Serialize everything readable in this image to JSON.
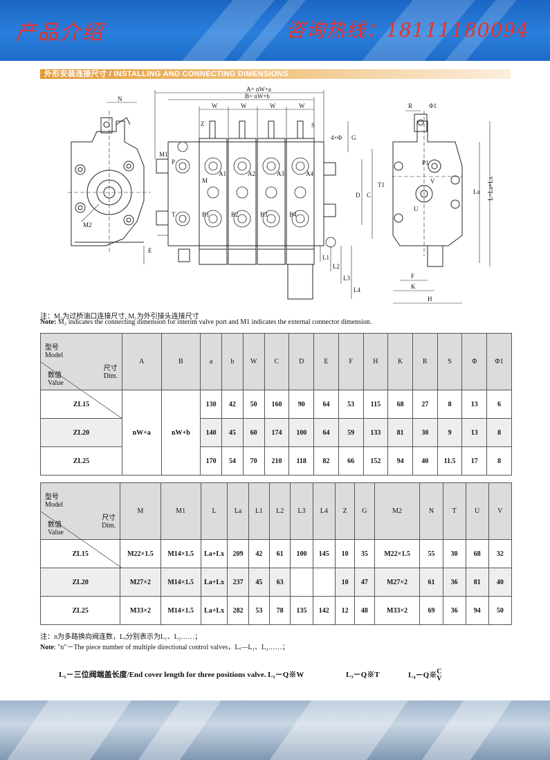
{
  "header": {
    "left_title": "产品介绍",
    "right_title": "咨询热线：18111180094"
  },
  "section": {
    "title": "外形安装连接尺寸 / INSTALLING AND CONNECTING DIMENSIONS"
  },
  "drawing": {
    "labels": {
      "A": "A= nW+a",
      "B": "B= nW+b",
      "N": "N",
      "W": "W",
      "Z": "Z",
      "S": "S",
      "G": "G",
      "holes": "4×Φ",
      "D": "D",
      "C": "C",
      "E": "E",
      "M": "M",
      "M1": "M1",
      "M2": "M2",
      "P": "P",
      "T": "T",
      "A1": "A1",
      "A2": "A2",
      "A3": "A3",
      "A4": "A4",
      "B1": "B1",
      "B2": "B2",
      "B3": "B3",
      "B4": "B4",
      "L1": "L1",
      "L2": "L2",
      "L3": "L3",
      "L4": "L4",
      "R": "R",
      "phi1": "Φ1",
      "T1": "T1",
      "P1": "P1",
      "V": "V",
      "U": "U",
      "La": "La",
      "L": "L=La+Lx",
      "F": "F",
      "K": "K",
      "H": "H"
    }
  },
  "note1": {
    "cn": "注：M₂为过桥油口连接尺寸, M₁为外引接头连接尺寸",
    "en_label": "Note:",
    "en": " M₂ indicates the connecting dimension for interim valve port and M1 indicates the external connector dimension."
  },
  "table1": {
    "corner": {
      "dim_cn": "尺寸",
      "dim_en": "Dim.",
      "val_cn": "数值",
      "val_en": "Value",
      "mod_cn": "型号",
      "mod_en": "Model"
    },
    "headers": [
      "A",
      "B",
      "a",
      "b",
      "W",
      "C",
      "D",
      "E",
      "F",
      "H",
      "K",
      "R",
      "S",
      "Φ",
      "Φ1"
    ],
    "merged_A": "nW+a",
    "merged_B": "nW+b",
    "rows": [
      {
        "model": "ZL15",
        "values": [
          "130",
          "42",
          "50",
          "160",
          "90",
          "64",
          "53",
          "115",
          "68",
          "27",
          "8",
          "13",
          "6"
        ]
      },
      {
        "model": "ZL20",
        "values": [
          "140",
          "45",
          "60",
          "174",
          "100",
          "64",
          "59",
          "133",
          "81",
          "30",
          "9",
          "13",
          "8"
        ]
      },
      {
        "model": "ZL25",
        "values": [
          "170",
          "54",
          "70",
          "210",
          "118",
          "82",
          "66",
          "152",
          "94",
          "40",
          "11.5",
          "17",
          "8"
        ]
      }
    ]
  },
  "table2": {
    "corner": {
      "dim_cn": "尺寸",
      "dim_en": "Dim.",
      "val_cn": "数值",
      "val_en": "Value",
      "mod_cn": "型号",
      "mod_en": "Model"
    },
    "headers": [
      "M",
      "M1",
      "L",
      "La",
      "L1",
      "L2",
      "L3",
      "L4",
      "Z",
      "G",
      "M2",
      "N",
      "T",
      "U",
      "V"
    ],
    "rows": [
      {
        "model": "ZL15",
        "values": [
          "M22×1.5",
          "M14×1.5",
          "La+Lx",
          "209",
          "42",
          "61",
          "100",
          "145",
          "10",
          "35",
          "M22×1.5",
          "55",
          "30",
          "68",
          "32"
        ]
      },
      {
        "model": "ZL20",
        "values": [
          "M27×2",
          "M14×1.5",
          "La+Lx",
          "237",
          "45",
          "63",
          "",
          "",
          "10",
          "47",
          "M27×2",
          "61",
          "36",
          "81",
          "40"
        ]
      },
      {
        "model": "ZL25",
        "values": [
          "M33×2",
          "M14×1.5",
          "La+Lx",
          "282",
          "53",
          "78",
          "135",
          "142",
          "12",
          "48",
          "M33×2",
          "69",
          "36",
          "94",
          "50"
        ]
      }
    ]
  },
  "note2": {
    "cn": "注：n为多路换向阀连数，Lₓ分别表示为L₁、L₂……；",
    "en_label": "Note",
    "en": ": \"n\"－The piece number of multiple directional control valves，Lₓ—L₁、L₂……；"
  },
  "legend": {
    "l1": "L₁－三位阀端盖长度/End cover length for three positions valve. L₂－Q※W",
    "l3": "L₃－Q※T",
    "l4_prefix": "L₄－Q※",
    "l4_top": "C",
    "l4_bottom": "V"
  }
}
